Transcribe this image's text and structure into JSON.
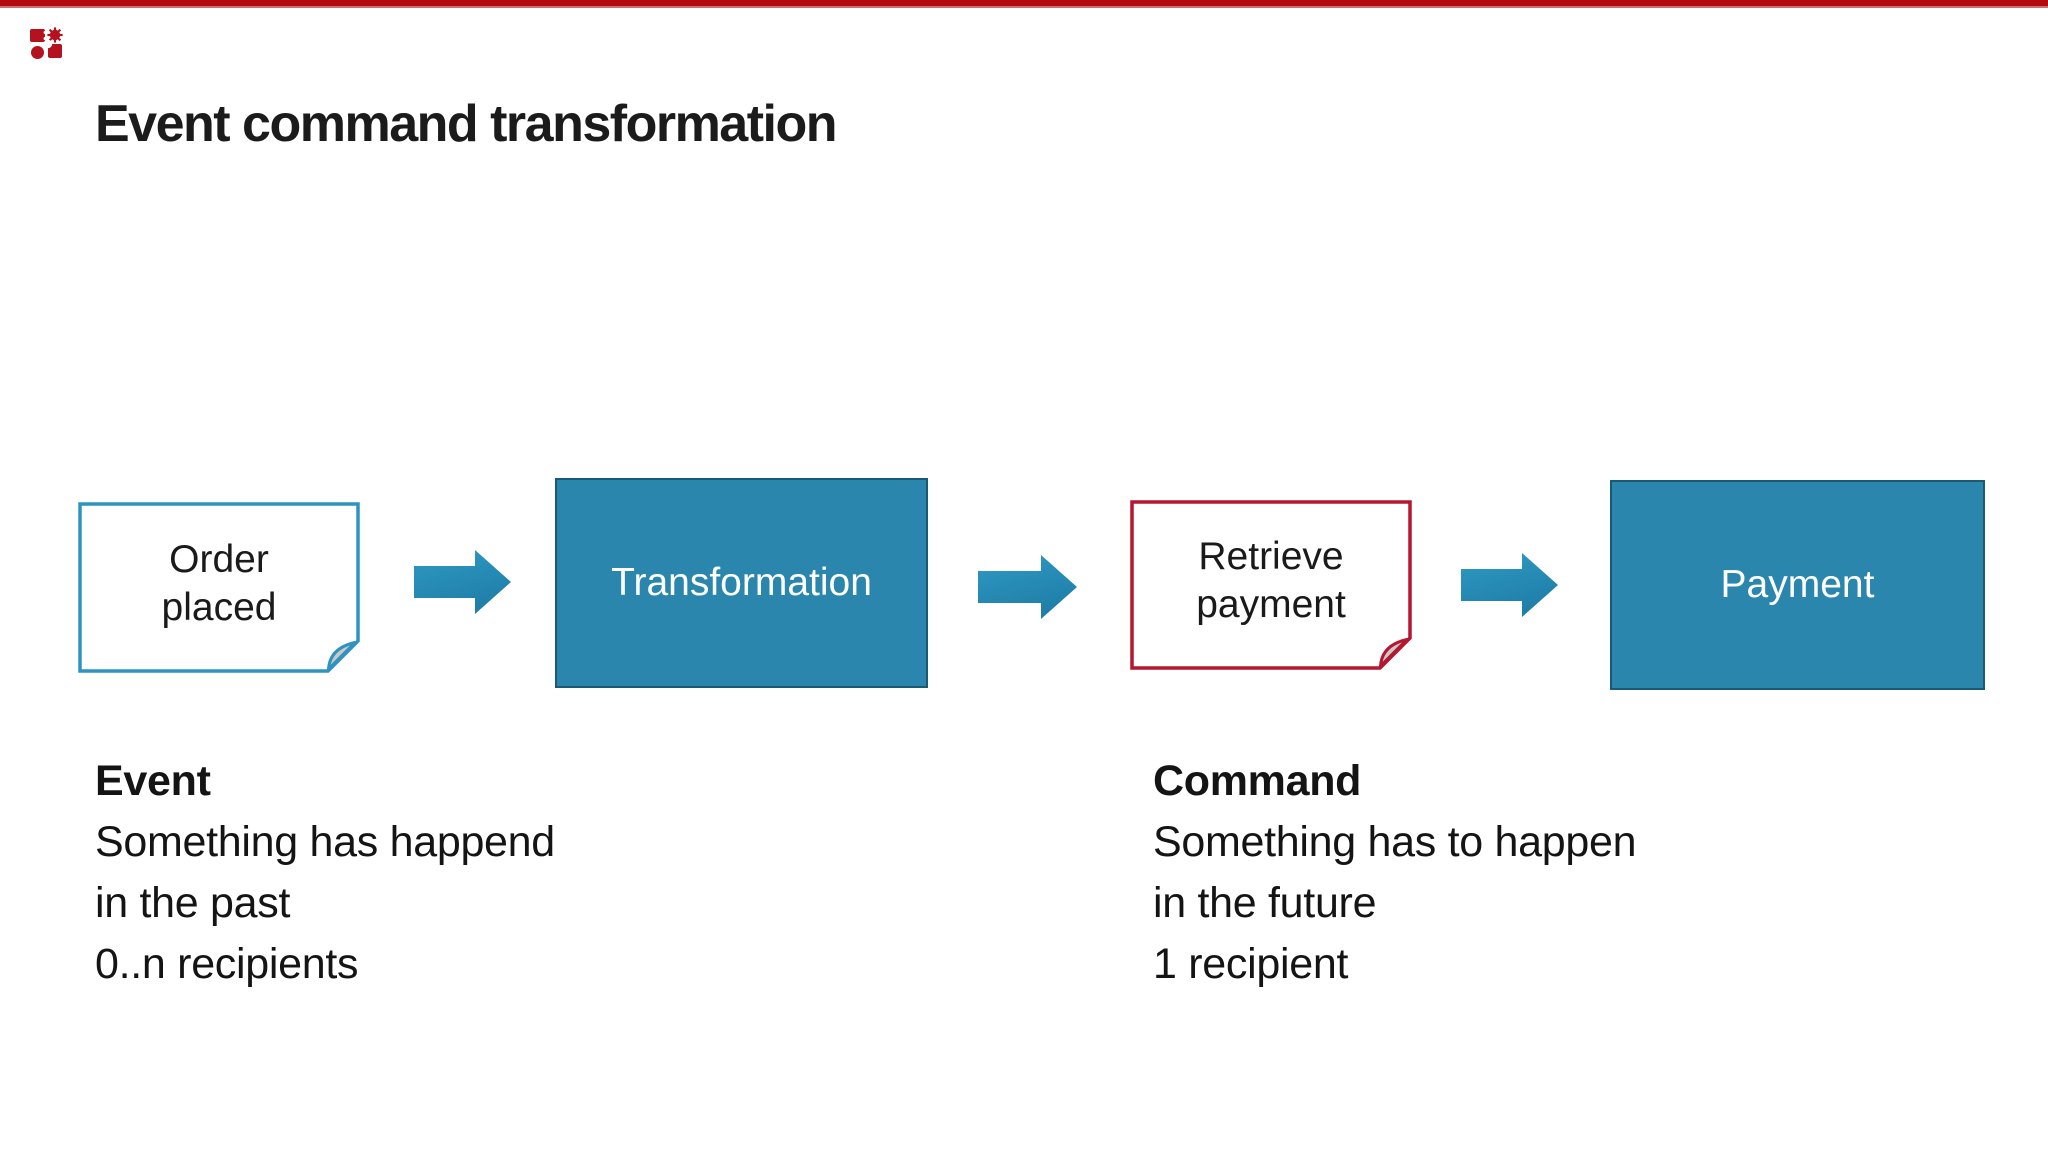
{
  "slide": {
    "title": "Event command transformation",
    "background_color": "#ffffff",
    "accent_bar_color": "#b30b0e",
    "accent_bar_underline_color": "#cf6f6f",
    "logo_icon": "gears-puzzle-logo",
    "logo_color": "#b5121f"
  },
  "diagram": {
    "arrow_icon": "arrow-right-icon",
    "arrow_color": "#2389b8",
    "nodes": [
      {
        "id": "order-placed",
        "shape": "note",
        "lines": [
          "Order",
          "placed"
        ],
        "border_color": "#2e93be",
        "fill_color": "#ffffff",
        "fold_fill_color": "#c9c9c9",
        "text_color": "#1a1a1a"
      },
      {
        "id": "transformation",
        "shape": "process",
        "label": "Transformation",
        "fill_color": "#2a86ad",
        "border_color": "#1a5a75",
        "text_color": "#ffffff"
      },
      {
        "id": "retrieve-payment",
        "shape": "note",
        "lines": [
          "Retrieve",
          "payment"
        ],
        "border_color": "#b51730",
        "fill_color": "#ffffff",
        "fold_fill_color": "#c9c9c9",
        "text_color": "#1a1a1a"
      },
      {
        "id": "payment",
        "shape": "process",
        "label": "Payment",
        "fill_color": "#2a86ad",
        "border_color": "#1a5a75",
        "text_color": "#ffffff"
      }
    ]
  },
  "definitions": [
    {
      "heading": "Event",
      "lines": [
        "Something has happend",
        "in the past",
        "0..n recipients"
      ]
    },
    {
      "heading": "Command",
      "lines": [
        "Something has to happen",
        "in the future",
        "1 recipient"
      ]
    }
  ]
}
